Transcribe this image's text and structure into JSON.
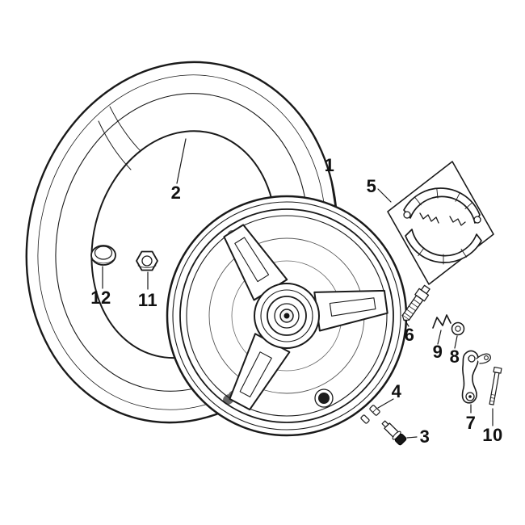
{
  "diagram": {
    "background_color": "#ffffff",
    "line_color": "#1a1a1a",
    "labels": [
      "1",
      "2",
      "3",
      "4",
      "5",
      "6",
      "7",
      "8",
      "9",
      "10",
      "11",
      "12"
    ]
  }
}
